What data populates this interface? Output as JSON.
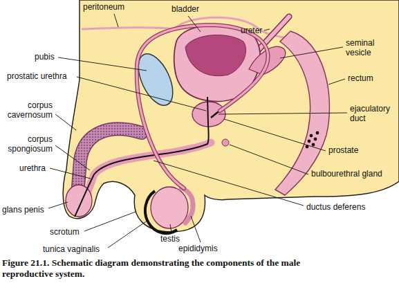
{
  "diagram": {
    "caption": "Figure 21.1. Schematic diagram demonstrating the components of the male reproductive system.",
    "labels": [
      "peritoneum",
      "bladder",
      "ureter",
      "seminal vesicle",
      "pubis",
      "prostatic urethra",
      "rectum",
      "corpus cavernosum",
      "ejaculatory duct",
      "corpus spongiosum",
      "prostate",
      "urethra",
      "bulbourethral gland",
      "glans penis",
      "ductus deferens",
      "scrotum",
      "testis",
      "epididymis",
      "tunica vaginalis"
    ]
  }
}
